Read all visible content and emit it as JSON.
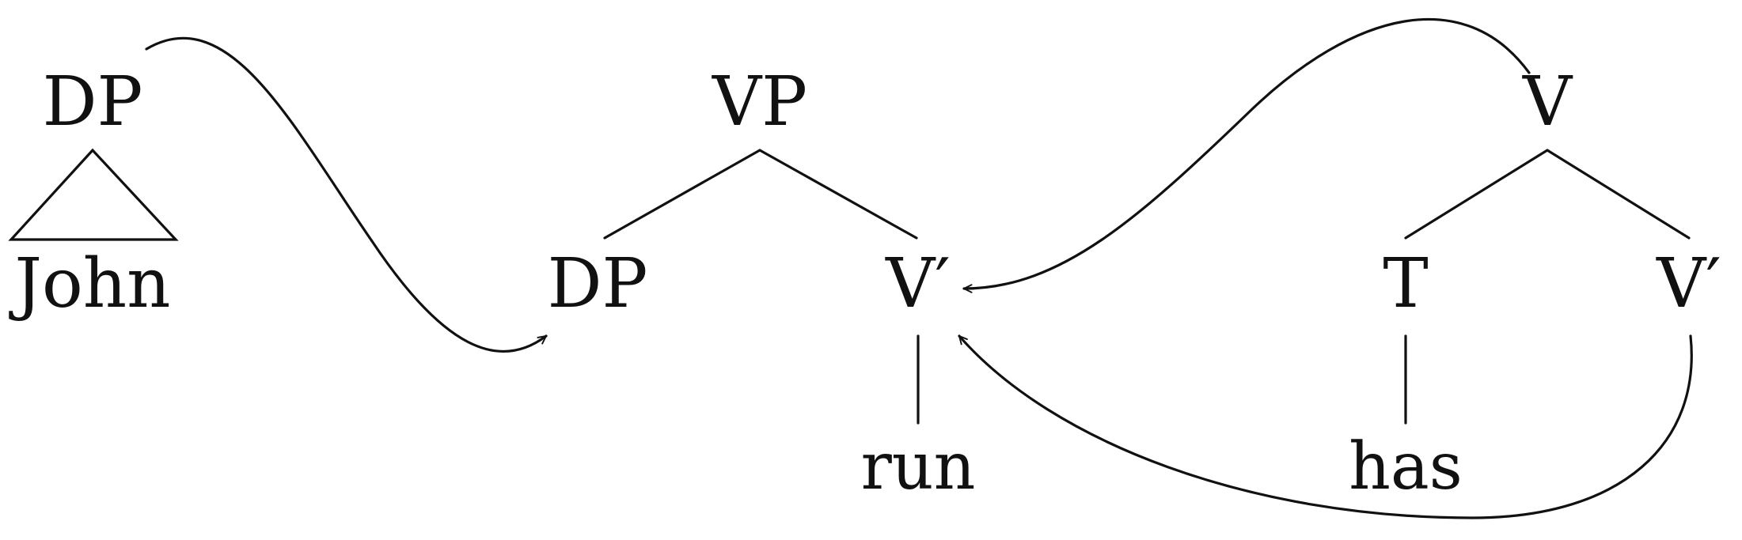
{
  "trees": {
    "john_tree": {
      "root": "DP",
      "leaf": "John"
    },
    "vp_tree": {
      "root": "VP",
      "left_child": "DP",
      "right_child": "V′",
      "right_leaf": "run"
    },
    "v_tree": {
      "root": "V",
      "left_child": "T",
      "right_child": "V′",
      "left_leaf": "has"
    }
  },
  "colors": {
    "ink": "#111111",
    "background": "#ffffff"
  }
}
